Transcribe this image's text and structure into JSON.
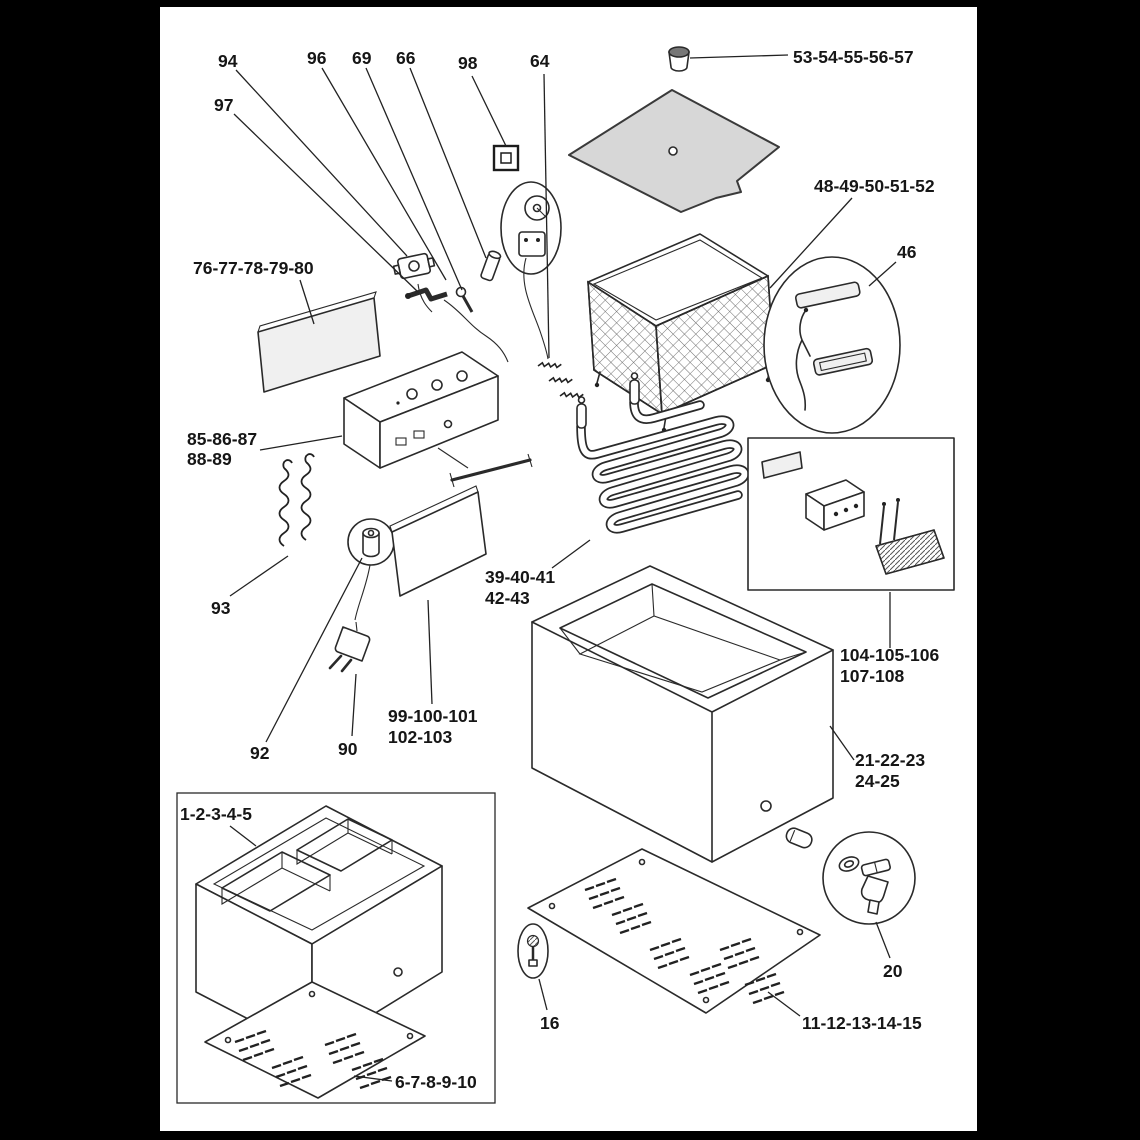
{
  "colors": {
    "frame": "#000000",
    "canvas": "#ffffff",
    "ink": "#1c1c1c",
    "panel_fill": "#d7d7d7"
  },
  "callouts": {
    "c94": "94",
    "c97": "97",
    "c96": "96",
    "c69": "69",
    "c66": "66",
    "c98": "98",
    "c64": "64",
    "c53": "53-54-55-56-57",
    "c48": "48-49-50-51-52",
    "c46": "46",
    "c76": "76-77-78-79-80",
    "c85a": "85-86-87",
    "c85b": "88-89",
    "c93": "93",
    "c39a": "39-40-41",
    "c39b": "42-43",
    "c99a": "99-100-101",
    "c99b": "102-103",
    "c92": "92",
    "c90": "90",
    "c104a": "104-105-106",
    "c104b": "107-108",
    "c21a": "21-22-23",
    "c21b": "24-25",
    "c1": "1-2-3-4-5",
    "c20": "20",
    "c16": "16",
    "c11": "11-12-13-14-15",
    "c6": "6-7-8-9-10"
  }
}
